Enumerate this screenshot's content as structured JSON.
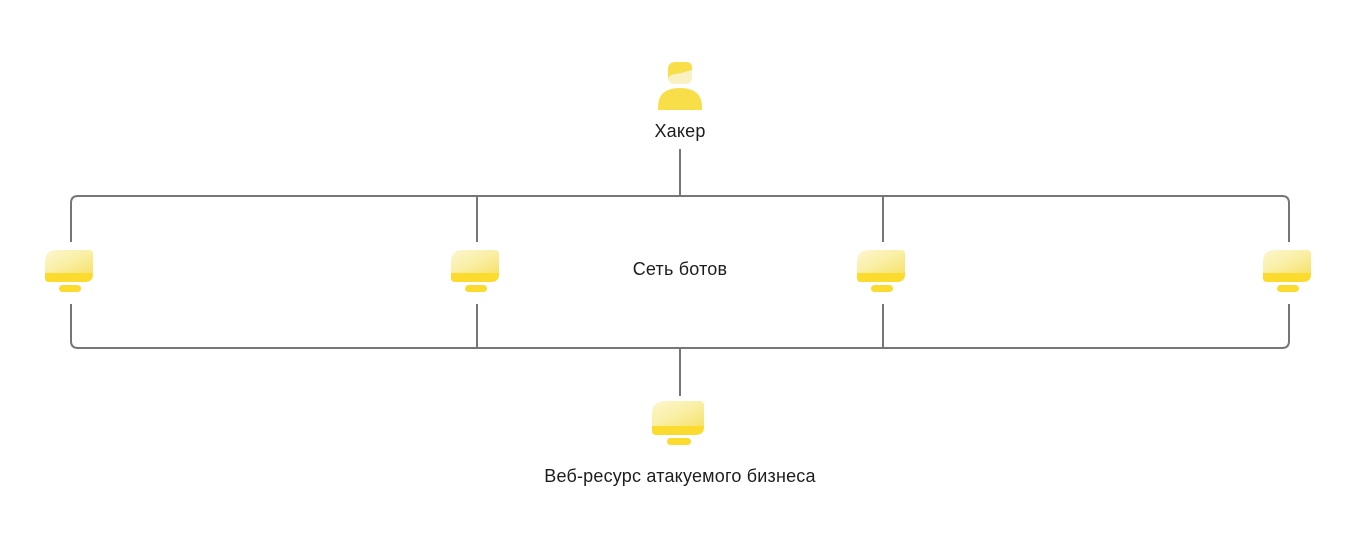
{
  "diagram": {
    "description": "DDoS attack scheme: hacker controls a network of bots attacking a business web resource",
    "nodes": {
      "hacker": {
        "label": "Хакер",
        "icon": "hacker-person-icon"
      },
      "botnet": {
        "label": "Сеть ботов",
        "icon": "bot-computer-icon",
        "bot_count": 4
      },
      "target": {
        "label": "Веб-ресурс атакуемого бизнеса",
        "icon": "web-resource-monitor-icon"
      }
    }
  },
  "colors": {
    "background": "#ffffff",
    "line_gray": "#767676",
    "text_color": "#1d1d1d",
    "yellow_bright": "#fbdb2d",
    "person_yellow": "#f8df49",
    "face_cream": "#faf1c3",
    "mon_grad_start": "#fcf6d0",
    "mon_grad_mid": "#faefa6",
    "mon_grad_end": "#f6e26b"
  }
}
